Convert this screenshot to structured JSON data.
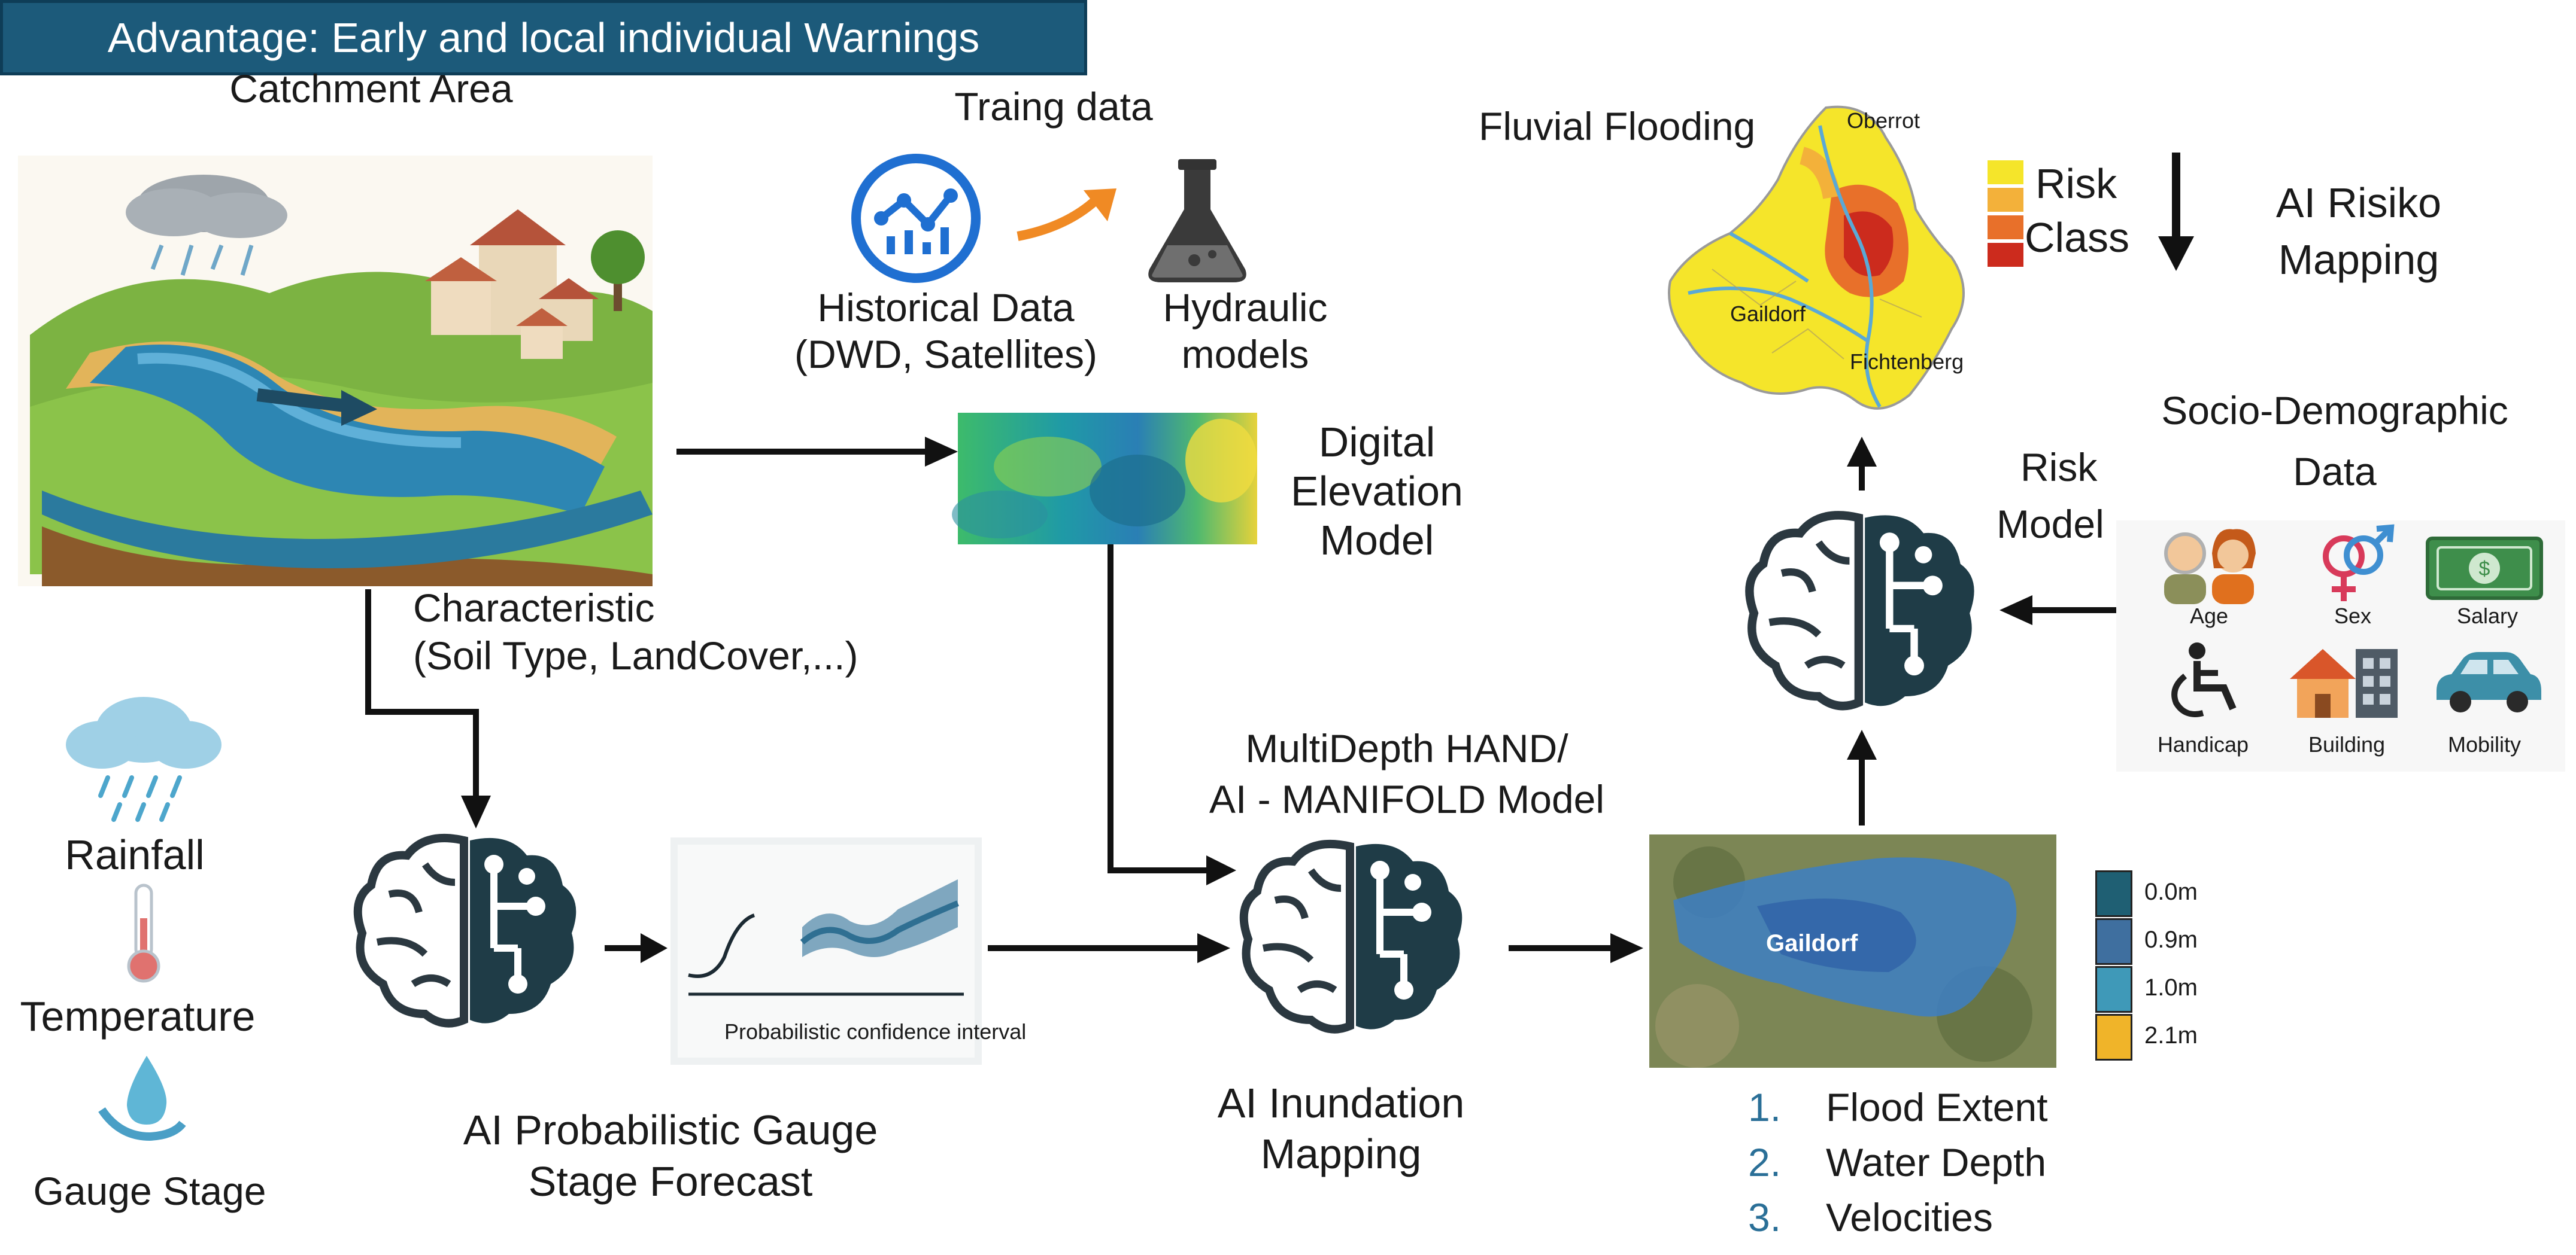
{
  "banner": "Advantage:  Early and local individual Warnings",
  "catchment": {
    "title": "Catchment Area",
    "characteristic_line1": "Characteristic",
    "characteristic_line2": "(Soil Type, LandCover,...)"
  },
  "training": {
    "title": "Traing data",
    "historical_line1": "Historical Data",
    "historical_line2": "(DWD, Satellites)",
    "hydraulic_line1": "Hydraulic",
    "hydraulic_line2": "models"
  },
  "dem": {
    "line1": "Digital",
    "line2": "Elevation",
    "line3": "Model"
  },
  "inputs": {
    "rainfall": "Rainfall",
    "temperature": "Temperature",
    "gauge": "Gauge Stage"
  },
  "forecast": {
    "chart_caption": "Probabilistic confidence interval",
    "line1": "AI Probabilistic Gauge",
    "line2": "Stage Forecast"
  },
  "manifold": {
    "line1": "MultiDepth HAND/",
    "line2": "AI - MANIFOLD Model"
  },
  "inundation": {
    "line1": "AI Inundation",
    "line2": "Mapping"
  },
  "flood_map": {
    "place": "Gaildorf",
    "legend": [
      "0.0m",
      "0.9m",
      "1.0m",
      "2.1m"
    ],
    "legend_colors": [
      "#1f5f73",
      "#3f6f9f",
      "#3f99b8",
      "#f0b429"
    ]
  },
  "outputs": [
    {
      "num": "1.",
      "label": "Flood Extent"
    },
    {
      "num": "2.",
      "label": "Water Depth"
    },
    {
      "num": "3.",
      "label": "Velocities"
    }
  ],
  "risk_map": {
    "title": "Fluvial Flooding",
    "legend_line1": "Risk",
    "legend_line2": "Class",
    "places": [
      "Oberrot",
      "Gaildorf",
      "Fichtenberg"
    ],
    "class_colors": [
      "#f5e52a",
      "#f3b13a",
      "#e8702a",
      "#cc2b1d"
    ]
  },
  "ai_risk": {
    "line1": "AI Risiko",
    "line2": "Mapping"
  },
  "risk_model": {
    "line1": "Risk",
    "line2": "Model"
  },
  "socio": {
    "title_line1": "Socio-Demographic",
    "title_line2": "Data",
    "items": [
      "Age",
      "Sex",
      "Salary",
      "Handicap",
      "Building",
      "Mobility"
    ]
  }
}
